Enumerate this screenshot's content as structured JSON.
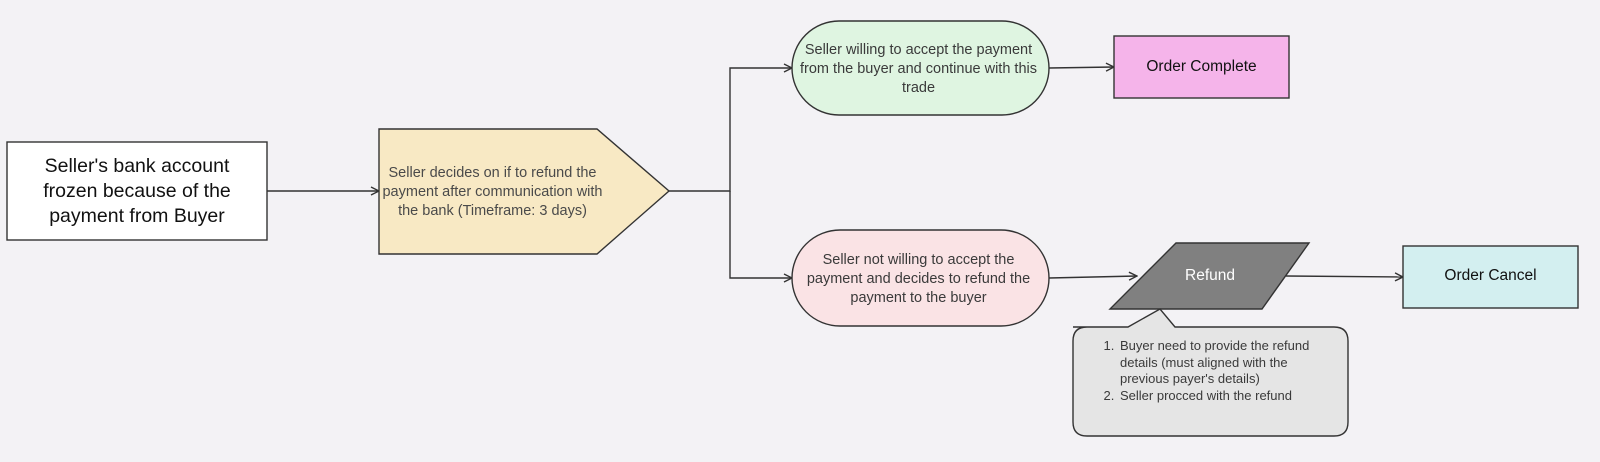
{
  "nodes": {
    "start": {
      "text": "Seller's bank account frozen because of the payment from Buyer"
    },
    "decision": {
      "text": "Seller decides on if to refund the payment after communication with the bank (Timeframe: 3 days)"
    },
    "accept": {
      "text": "Seller willing to accept the payment from the buyer and continue with this trade"
    },
    "order_complete": {
      "text": "Order Complete"
    },
    "refuse": {
      "text": "Seller not willing to accept the payment and decides to refund the payment to the buyer"
    },
    "refund": {
      "text": "Refund"
    },
    "order_cancel": {
      "text": "Order Cancel"
    }
  },
  "note": {
    "items": [
      "Buyer need to provide the refund details (must aligned with the previous payer's details)",
      "Seller procced with the refund"
    ]
  },
  "colors": {
    "background": "#f3f2f5",
    "start_fill": "#ffffff",
    "decision_fill": "#f8e9c4",
    "accept_fill": "#dff5e1",
    "complete_fill": "#f5b4ea",
    "refuse_fill": "#fae3e5",
    "refund_fill": "#808080",
    "cancel_fill": "#d3eff0",
    "note_fill": "#e5e5e5",
    "stroke": "#333333"
  }
}
